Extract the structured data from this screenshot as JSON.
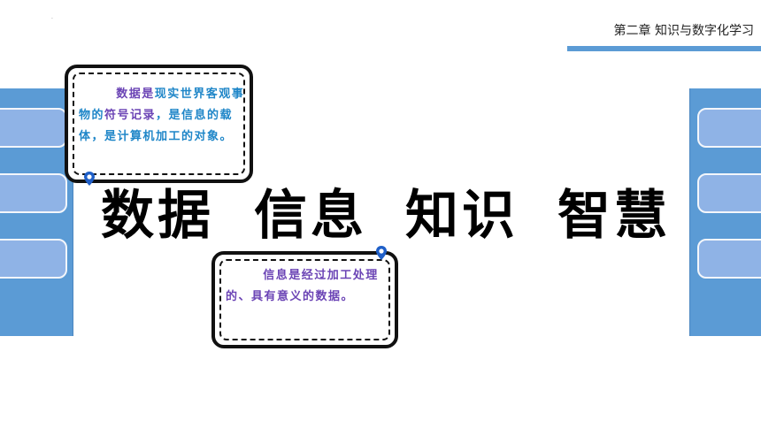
{
  "header": {
    "chapter_title": "第二章 知识与数字化学习"
  },
  "concepts": [
    "数据",
    "信息",
    "知识",
    "智慧"
  ],
  "bubble_data": {
    "p1": "数据是",
    "p2": "现实世界客观事物的",
    "p3": "符号记录",
    "p4": "，是信息的载体，是计算机加工的对象。"
  },
  "bubble_info": {
    "p1": "信息是",
    "p2": "经过加工处理的、具有意义的",
    "p3": "数据。"
  },
  "colors": {
    "accent": "#5b9bd5",
    "tab": "#8fb3e6",
    "purple": "#6b44b5",
    "blue": "#1f86c8"
  },
  "icons": {
    "pin": "location-pin-icon"
  }
}
